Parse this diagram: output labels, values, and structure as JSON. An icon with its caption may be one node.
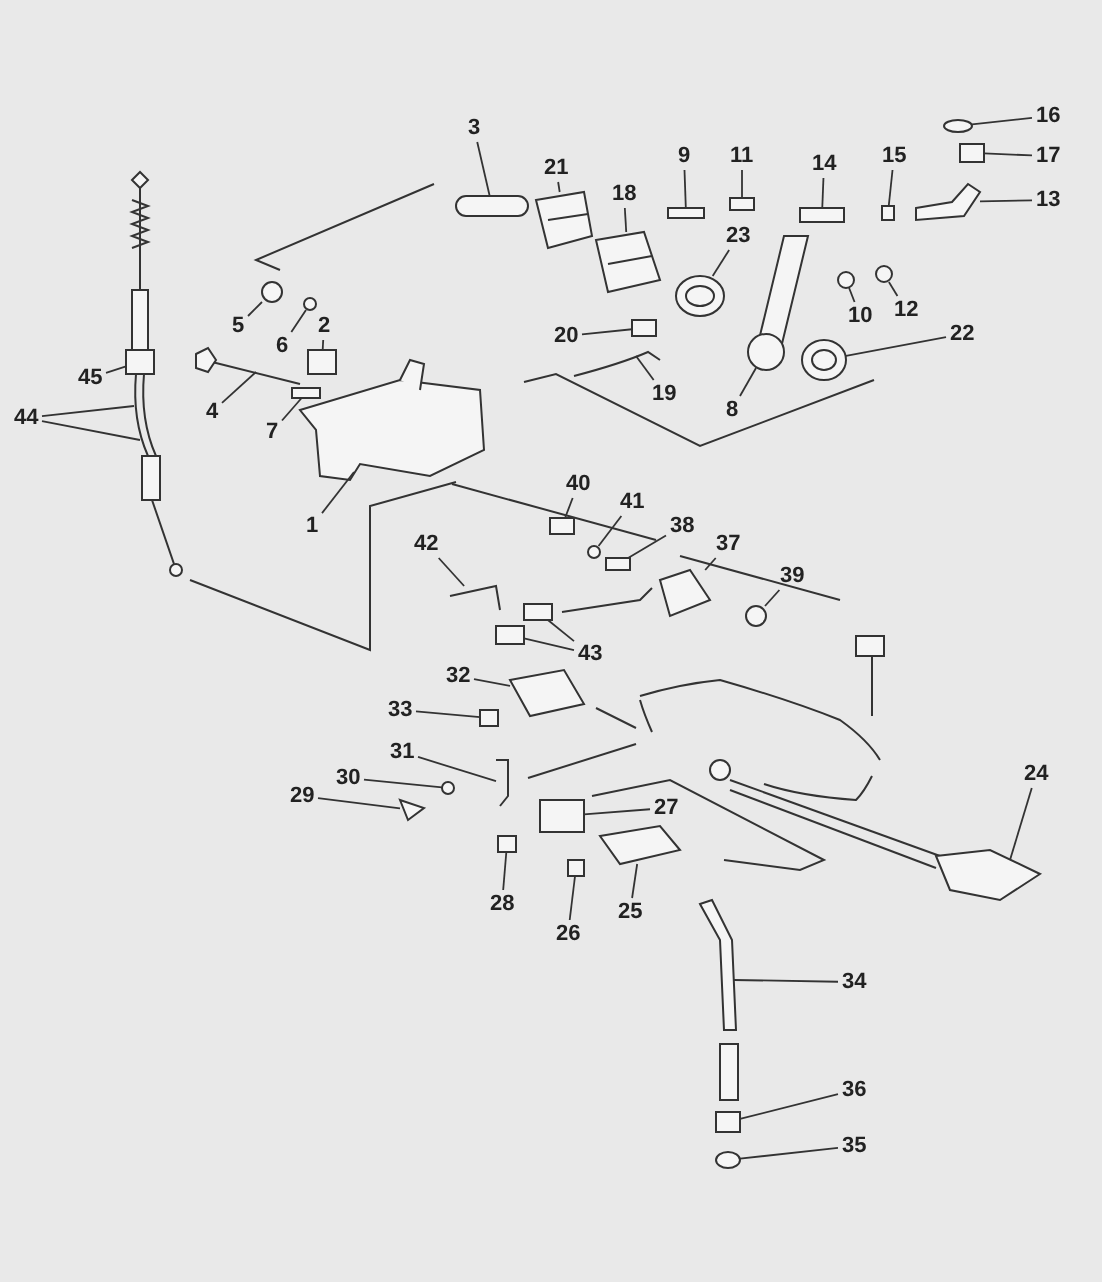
{
  "diagram": {
    "nodes": [
      {
        "text": [
          "16"
        ]
      },
      {
        "text": [
          "3"
        ]
      },
      {
        "text": [
          "9"
        ]
      },
      {
        "text": [
          "11"
        ]
      },
      {
        "text": [
          "15"
        ]
      },
      {
        "text": [
          "17"
        ]
      },
      {
        "text": [
          "14"
        ]
      },
      {
        "text": [
          "21"
        ]
      },
      {
        "text": [
          "18"
        ]
      },
      {
        "text": [
          "13"
        ]
      },
      {
        "text": [
          "23"
        ]
      },
      {
        "text": [
          "12"
        ]
      },
      {
        "text": [
          "10"
        ]
      },
      {
        "text": [
          "5"
        ]
      },
      {
        "text": [
          "22"
        ]
      },
      {
        "text": [
          "2"
        ]
      },
      {
        "text": [
          "20"
        ]
      },
      {
        "text": [
          "6"
        ]
      },
      {
        "text": [
          "45"
        ]
      },
      {
        "text": [
          "8"
        ]
      },
      {
        "text": [
          "19"
        ]
      },
      {
        "text": [
          "4"
        ]
      },
      {
        "text": [
          "44"
        ]
      },
      {
        "text": [
          "7"
        ]
      },
      {
        "text": [
          "40"
        ]
      },
      {
        "text": [
          "41"
        ]
      },
      {
        "text": [
          "1"
        ]
      },
      {
        "text": [
          "38"
        ]
      },
      {
        "text": [
          "37"
        ]
      },
      {
        "text": [
          "42"
        ]
      },
      {
        "text": [
          "39"
        ]
      },
      {
        "text": [
          "43"
        ]
      },
      {
        "text": [
          "32"
        ]
      },
      {
        "text": [
          "33"
        ]
      },
      {
        "text": [
          "31"
        ]
      },
      {
        "text": [
          "30"
        ]
      },
      {
        "text": [
          "29"
        ]
      },
      {
        "text": [
          "24"
        ]
      },
      {
        "text": [
          "27"
        ]
      },
      {
        "text": [
          "25"
        ]
      },
      {
        "text": [
          "28"
        ]
      },
      {
        "text": [
          "26"
        ]
      },
      {
        "text": [
          "34"
        ]
      },
      {
        "text": [
          "36"
        ]
      },
      {
        "text": [
          "35"
        ]
      },
      {
        "text": [],
        "shape": "circle"
      },
      {
        "text": [],
        "shape": "box"
      },
      {
        "text": [],
        "shape": "box"
      },
      {
        "text": [],
        "shape": "box"
      },
      {
        "text": [],
        "shape": "box"
      },
      {
        "text": [],
        "shape": "box"
      },
      {
        "text": [],
        "shape": "box"
      },
      {
        "text": [],
        "shape": "picture"
      },
      {
        "text": [],
        "shape": "picture"
      },
      {
        "text": [],
        "shape": "picture"
      },
      {
        "text": [],
        "shape": "picture"
      },
      {
        "text": [],
        "shape": "circle"
      },
      {
        "text": [],
        "shape": "circle"
      },
      {
        "text": [],
        "shape": "circle"
      },
      {
        "text": [],
        "shape": "picture"
      },
      {
        "text": [],
        "shape": "box"
      },
      {
        "text": [],
        "shape": "box"
      },
      {
        "text": [],
        "shape": "circle"
      },
      {
        "text": [],
        "shape": "box"
      },
      {
        "text": [],
        "shape": "picture"
      },
      {
        "text": [],
        "shape": "picture"
      },
      {
        "text": [],
        "shape": "picture"
      },
      {
        "text": [],
        "shape": "picture"
      },
      {
        "text": [],
        "shape": "box"
      },
      {
        "text": [],
        "shape": "box"
      },
      {
        "text": [],
        "shape": "circle"
      },
      {
        "text": [],
        "shape": "picture"
      },
      {
        "text": [],
        "shape": "box"
      },
      {
        "text": [],
        "shape": "picture"
      },
      {
        "text": [],
        "shape": "picture"
      },
      {
        "text": [],
        "shape": "circle"
      },
      {
        "text": [],
        "shape": "box"
      },
      {
        "text": [],
        "shape": "box"
      },
      {
        "text": [],
        "shape": "picture"
      },
      {
        "text": [],
        "shape": "box"
      },
      {
        "text": [],
        "shape": "picture"
      },
      {
        "text": [],
        "shape": "circle"
      },
      {
        "text": [],
        "shape": "picture"
      },
      {
        "text": [],
        "shape": "picture"
      },
      {
        "text": [],
        "shape": "box"
      },
      {
        "text": [],
        "shape": "picture"
      },
      {
        "text": [],
        "shape": "box"
      },
      {
        "text": [],
        "shape": "box"
      },
      {
        "text": [],
        "shape": "picture"
      },
      {
        "text": [],
        "shape": "box"
      },
      {
        "text": [],
        "shape": "circle"
      }
    ],
    "edges": [
      {
        "from": 0,
        "to": 45,
        "arrow": "none"
      },
      {
        "from": 1,
        "to": 46,
        "arrow": "none"
      },
      {
        "from": 2,
        "to": 47,
        "arrow": "none"
      },
      {
        "from": 3,
        "to": 48,
        "arrow": "none"
      },
      {
        "from": 4,
        "to": 49,
        "arrow": "none"
      },
      {
        "from": 5,
        "to": 50,
        "arrow": "none"
      },
      {
        "from": 6,
        "to": 51,
        "arrow": "none"
      },
      {
        "from": 7,
        "to": 52,
        "arrow": "none"
      },
      {
        "from": 8,
        "to": 53,
        "arrow": "none"
      },
      {
        "from": 9,
        "to": 54,
        "arrow": "none"
      },
      {
        "from": 10,
        "to": 55,
        "arrow": "none"
      },
      {
        "from": 11,
        "to": 56,
        "arrow": "none"
      },
      {
        "from": 12,
        "to": 57,
        "arrow": "none"
      },
      {
        "from": 13,
        "to": 58,
        "arrow": "none"
      },
      {
        "from": 14,
        "to": 59,
        "arrow": "none"
      },
      {
        "from": 15,
        "to": 60,
        "arrow": "none"
      },
      {
        "from": 16,
        "to": 61,
        "arrow": "none"
      },
      {
        "from": 17,
        "to": 62,
        "arrow": "none"
      },
      {
        "from": 18,
        "to": 63,
        "arrow": "none"
      },
      {
        "from": 19,
        "to": 64,
        "arrow": "none"
      },
      {
        "from": 20,
        "to": 65,
        "arrow": "none"
      },
      {
        "from": 21,
        "to": 66,
        "arrow": "none"
      },
      {
        "from": 22,
        "to": 67,
        "arrow": "none"
      },
      {
        "from": 22,
        "to": 67,
        "arrow": "none"
      },
      {
        "from": 23,
        "to": 68,
        "arrow": "none"
      },
      {
        "from": 24,
        "to": 69,
        "arrow": "none"
      },
      {
        "from": 25,
        "to": 70,
        "arrow": "none"
      },
      {
        "from": 26,
        "to": 71,
        "arrow": "none"
      },
      {
        "from": 27,
        "to": 72,
        "arrow": "none"
      },
      {
        "from": 28,
        "to": 73,
        "arrow": "none"
      },
      {
        "from": 29,
        "to": 74,
        "arrow": "none"
      },
      {
        "from": 30,
        "to": 75,
        "arrow": "none"
      },
      {
        "from": 31,
        "to": 76,
        "arrow": "none"
      },
      {
        "from": 31,
        "to": 77,
        "arrow": "none"
      },
      {
        "from": 32,
        "to": 78,
        "arrow": "none"
      },
      {
        "from": 33,
        "to": 79,
        "arrow": "none"
      },
      {
        "from": 34,
        "to": 80,
        "arrow": "none"
      },
      {
        "from": 35,
        "to": 81,
        "arrow": "none"
      },
      {
        "from": 36,
        "to": 82,
        "arrow": "none"
      },
      {
        "from": 37,
        "to": 83,
        "arrow": "none"
      },
      {
        "from": 38,
        "to": 84,
        "arrow": "none"
      },
      {
        "from": 39,
        "to": 85,
        "arrow": "none"
      },
      {
        "from": 40,
        "to": 86,
        "arrow": "none"
      },
      {
        "from": 41,
        "to": 87,
        "arrow": "none"
      },
      {
        "from": 42,
        "to": 88,
        "arrow": "none"
      },
      {
        "from": 43,
        "to": 89,
        "arrow": "none"
      },
      {
        "from": 44,
        "to": 90,
        "arrow": "none"
      }
    ]
  }
}
